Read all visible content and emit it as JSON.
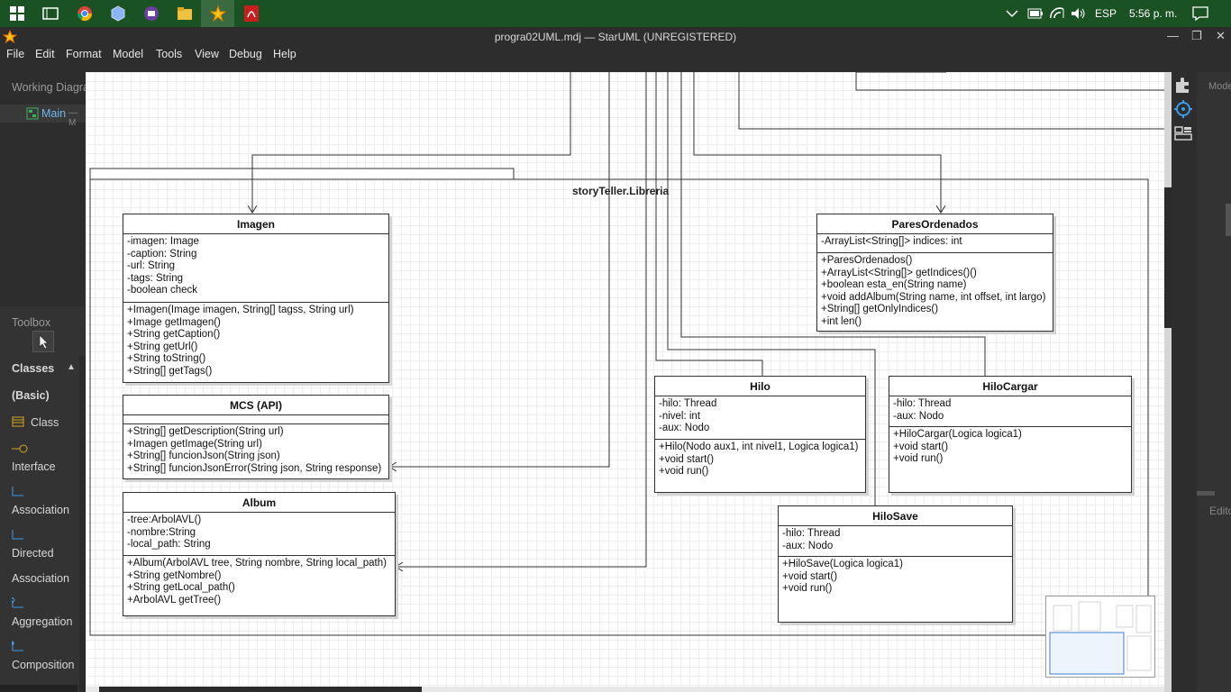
{
  "taskbar": {
    "icons": [
      "windows-start",
      "task-view",
      "chrome",
      "app-cube",
      "app-circle",
      "file-explorer",
      "staruml",
      "acrobat"
    ],
    "tray": {
      "language": "ESP",
      "time": "5:56 p. m."
    }
  },
  "window": {
    "title": "progra02UML.mdj — StarUML (UNREGISTERED)"
  },
  "menu": [
    "File",
    "Edit",
    "Format",
    "Model",
    "Tools",
    "View",
    "Debug",
    "Help"
  ],
  "sidebar": {
    "working_diagrams": "Working Diagra",
    "main_item": "Main",
    "main_suffix": "— M"
  },
  "toolbox": {
    "title": "Toolbox",
    "section": "Classes",
    "section_sub": "(Basic)",
    "items": [
      "Class",
      "Interface",
      "Association",
      "Directed",
      "Association",
      "Aggregation",
      "Composition"
    ]
  },
  "right_panel": {
    "model_label": "Mode",
    "editor_label": "Edito"
  },
  "diagram": {
    "package_name": "storyTeller.Libreria",
    "classes": [
      {
        "name": "Imagen",
        "attributes": [
          "-imagen: Image",
          "-caption: String",
          "-url: String",
          "-tags: String",
          "-boolean check"
        ],
        "operations": [
          "+Imagen(Image imagen, String[] tagss, String url)",
          "+Image getImagen()",
          "+String getCaption()",
          "+String getUrl()",
          "+String toString()",
          "+String[] getTags()"
        ]
      },
      {
        "name": "MCS (API)",
        "attributes": [],
        "operations": [
          "+String[] getDescription(String url)",
          "+Imagen getImage(String url)",
          "+String[] funcionJson(String json)",
          "+String[] funcionJsonError(String json, String response)"
        ]
      },
      {
        "name": "Album",
        "attributes": [
          "-tree:ArbolAVL()",
          "-nombre:String",
          "-local_path: String"
        ],
        "operations": [
          "+Album(ArbolAVL tree, String nombre, String local_path)",
          "+String getNombre()",
          "+String getLocal_path()",
          "+ArbolAVL getTree()"
        ]
      },
      {
        "name": "ParesOrdenados",
        "attributes": [
          "-ArrayList<String[]> indices: int"
        ],
        "operations": [
          "+ParesOrdenados()",
          "+ArrayList<String[]> getIndices()()",
          "+boolean esta_en(String name)",
          "+void addAlbum(String name, int offset, int largo)",
          "+String[] getOnlyIndices()",
          "+int len()"
        ]
      },
      {
        "name": "Hilo",
        "attributes": [
          "-hilo: Thread",
          "-nivel: int",
          "-aux: Nodo"
        ],
        "operations": [
          "+Hilo(Nodo aux1, int nivel1, Logica logica1)",
          "+void start()",
          "+void run()"
        ]
      },
      {
        "name": "HiloCargar",
        "attributes": [
          "-hilo: Thread",
          "-aux: Nodo"
        ],
        "operations": [
          "+HiloCargar(Logica logica1)",
          "+void start()",
          "+void run()"
        ]
      },
      {
        "name": "HiloSave",
        "attributes": [
          "-hilo: Thread",
          "-aux: Nodo"
        ],
        "operations": [
          "+HiloSave(Logica logica1)",
          "+void start()",
          "+void run()"
        ]
      }
    ]
  },
  "colors": {
    "taskbar": "#1b5223",
    "chrome": "#2d2d2d",
    "canvas": "#ffffff",
    "accent": "#3d9be9"
  }
}
